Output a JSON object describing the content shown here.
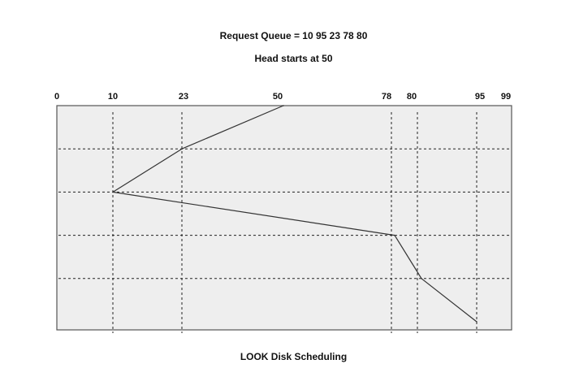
{
  "title": "Request Queue = 10  95  23  78  80",
  "subtitle": "Head starts at 50",
  "caption": "LOOK Disk Scheduling",
  "chart_data": {
    "type": "line",
    "title": "Request Queue = 10  95  23  78  80",
    "subtitle": "Head starts at 50",
    "caption": "LOOK Disk Scheduling",
    "tick_labels": [
      "0",
      "10",
      "23",
      "50",
      "78",
      "80",
      "95",
      "99"
    ],
    "xlim": [
      0,
      99
    ],
    "head_start": 50,
    "sequence": [
      50,
      23,
      10,
      78,
      80,
      95
    ],
    "grid": true,
    "colors": {
      "plot_background": "#eeeeee",
      "line": "#333333",
      "grid": "#222222"
    }
  }
}
